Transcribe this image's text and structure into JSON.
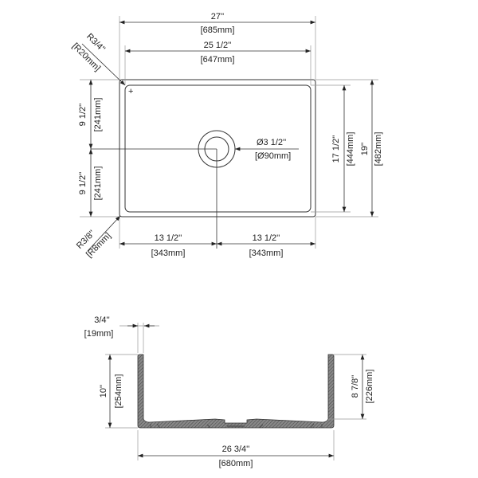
{
  "top_view": {
    "overall_width": {
      "in": "27''",
      "mm": "[685mm]"
    },
    "inner_width": {
      "in": "25 1/2''",
      "mm": "[647mm]"
    },
    "inner_radius": {
      "in": "R3/4''",
      "mm": "[R20mm]"
    },
    "outer_radius": {
      "in": "R3/8''",
      "mm": "[R8mm]"
    },
    "half_depth_top": {
      "in": "9 1/2''",
      "mm": "[241mm]"
    },
    "half_depth_bottom": {
      "in": "9 1/2''",
      "mm": "[241mm]"
    },
    "drain": {
      "in": "Ø3 1/2''",
      "mm": "[Ø90mm]"
    },
    "inner_depth": {
      "in": "17 1/2''",
      "mm": "[444mm]"
    },
    "overall_depth": {
      "in": "19''",
      "mm": "[482mm]"
    },
    "half_width_left": {
      "in": "13 1/2''",
      "mm": "[343mm]"
    },
    "half_width_right": {
      "in": "13 1/2''",
      "mm": "[343mm]"
    }
  },
  "side_view": {
    "wall_thickness": {
      "in": "3/4''",
      "mm": "[19mm]"
    },
    "height": {
      "in": "10''",
      "mm": "[254mm]"
    },
    "bowl_depth": {
      "in": "8 7/8''",
      "mm": "[226mm]"
    },
    "width": {
      "in": "26 3/4''",
      "mm": "[680mm]"
    }
  }
}
